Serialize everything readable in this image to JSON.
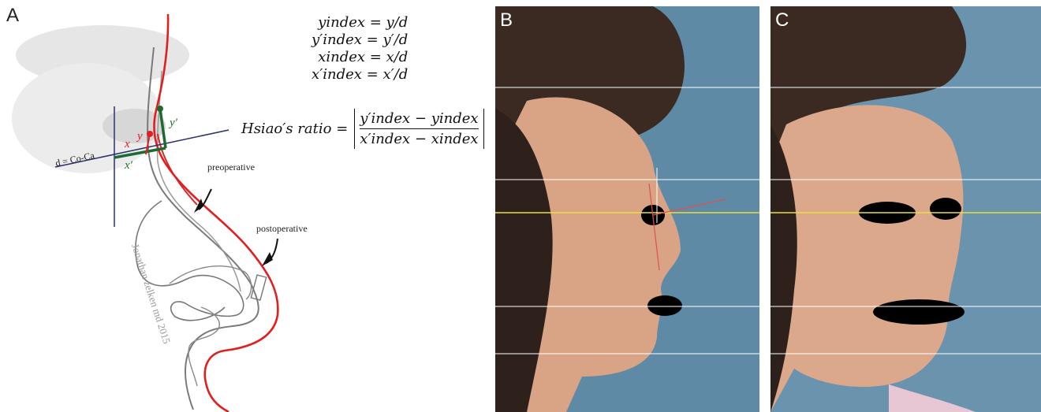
{
  "panels": {
    "a_letter": "A",
    "b_letter": "B",
    "c_letter": "C"
  },
  "equations": {
    "y_index": "yindex = y/d",
    "y_prime_index": "y′index = y′/d",
    "x_index": "xindex = x/d",
    "x_prime_index": "x′index = x′/d",
    "ratio_lhs": "Hsiao′s ratio =",
    "ratio_num": "y′index − yindex",
    "ratio_den": "x′index − xindex"
  },
  "labels": {
    "d_label": "d = Co-Ca",
    "x": "x",
    "x_prime": "x′",
    "y": "y",
    "y_prime": "y′",
    "preoperative": "preoperative",
    "postoperative": "postoperative",
    "signature": "Jonathan zelken md 2015"
  },
  "colors": {
    "red": "#e02020",
    "green": "#1e6b32",
    "navy": "#2b2f6b",
    "gray": "#7a7a7a",
    "photo_bg": "#5f8aa6",
    "guide_white": "#ffffff",
    "guide_yellow": "#e8e03a"
  }
}
